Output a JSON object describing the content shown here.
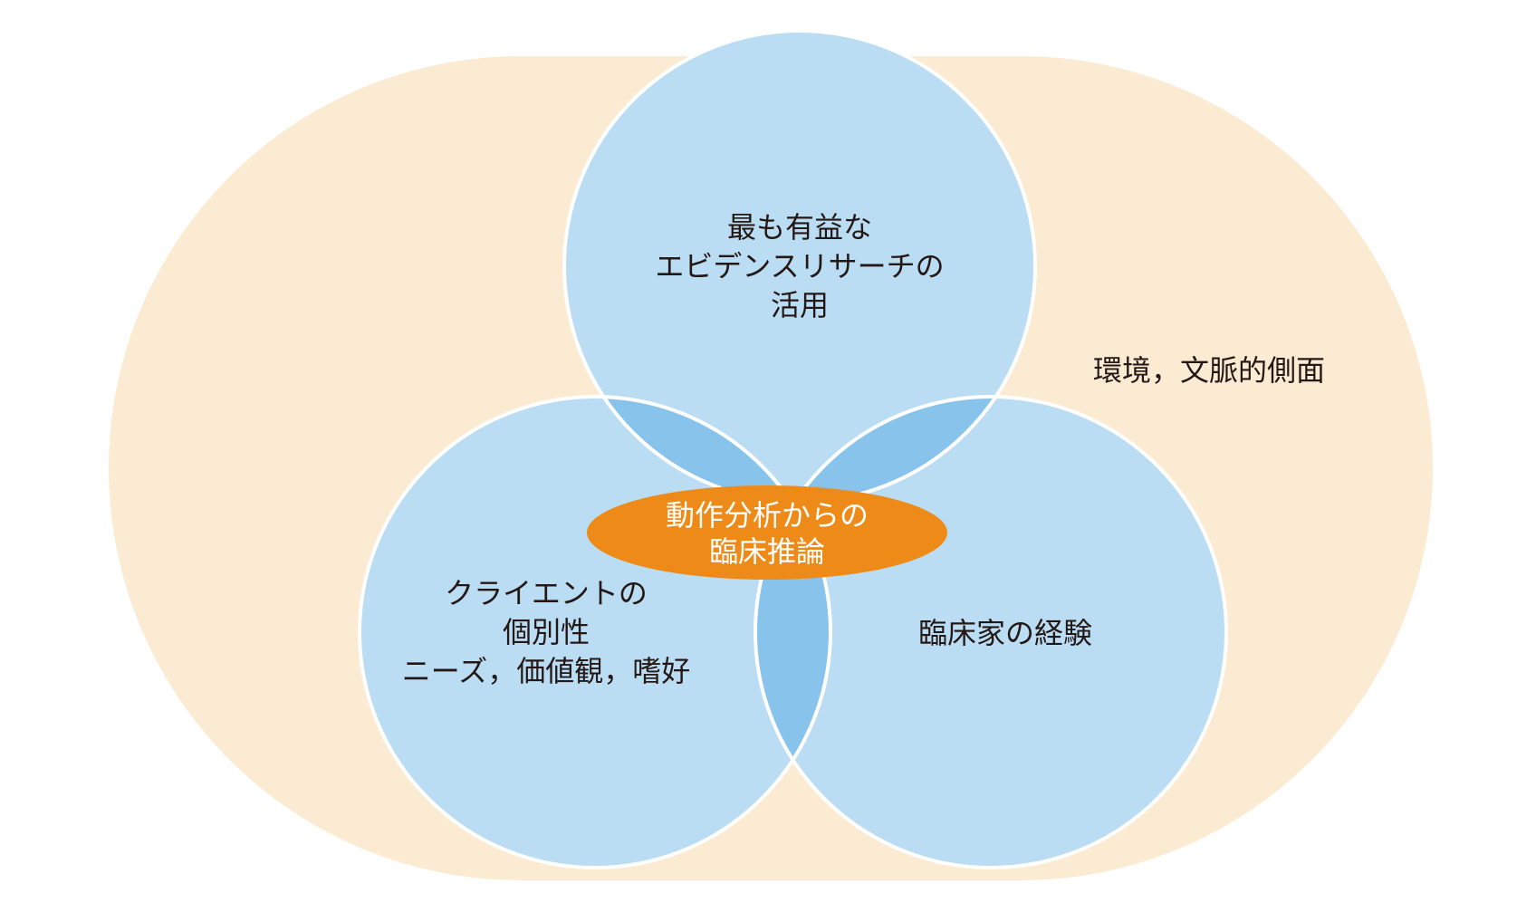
{
  "diagram": {
    "environment_label": "環境，文脈的側面",
    "circles": {
      "top": {
        "lines": [
          "最も有益な",
          "エビデンスリサーチの",
          "活用"
        ]
      },
      "left": {
        "lines": [
          "クライエントの",
          "個別性",
          "ニーズ，価値観，嗜好"
        ]
      },
      "right": {
        "lines": [
          "臨床家の経験"
        ]
      }
    },
    "center": {
      "lines": [
        "動作分析からの",
        "臨床推論"
      ]
    },
    "colors": {
      "background_shape": "#FAEBD2",
      "circle_fill": "#BBDDF3",
      "overlap_fill": "#88C3EC",
      "circle_stroke": "#FFFFFF",
      "center_fill": "#EE8A18",
      "center_text": "#FFFFFF",
      "text": "#231815"
    }
  }
}
